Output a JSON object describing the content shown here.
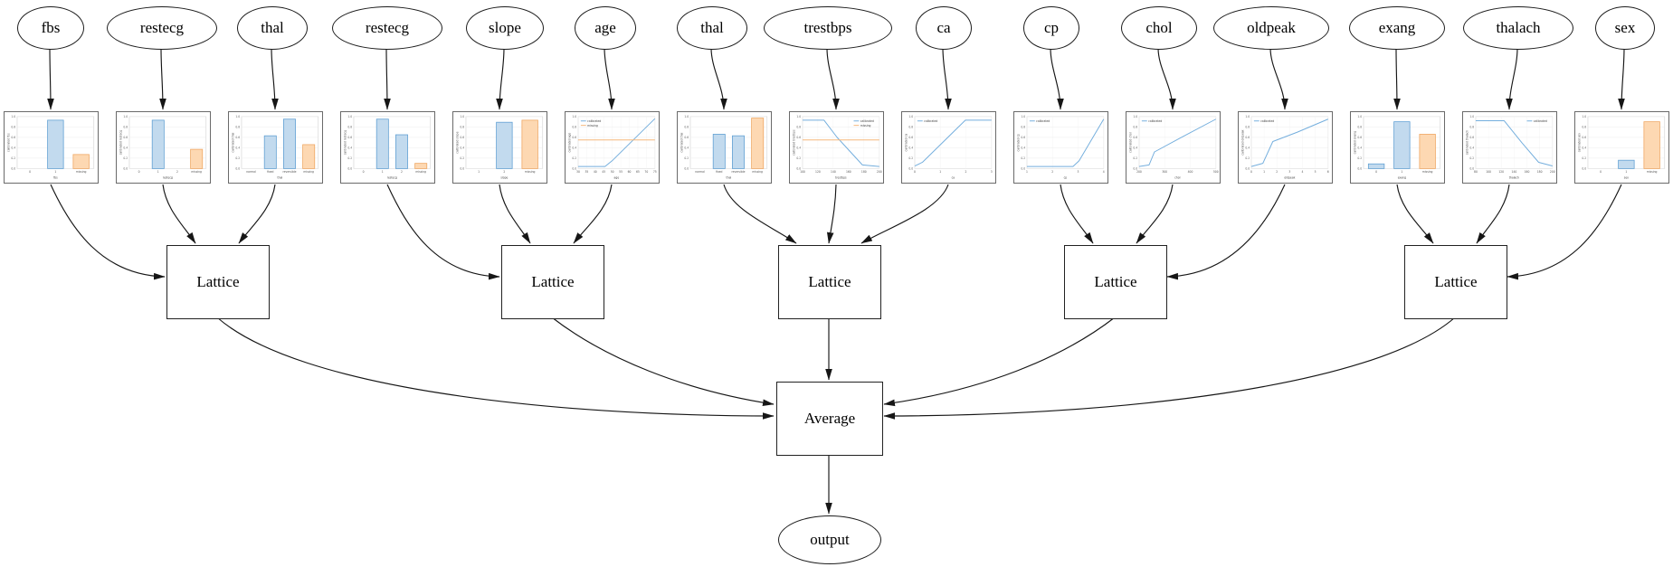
{
  "diagram": {
    "lattice_label": "Lattice",
    "average_label": "Average",
    "output_label": "output"
  },
  "colors": {
    "edge_stroke": "#161616",
    "bar_blue_fill": "#c2daee",
    "bar_blue_edge": "#5f9fd3",
    "bar_orange_fill": "#fdd8b2",
    "bar_orange_edge": "#efa661",
    "line_blue": "#74aedd",
    "line_orange": "#f6b87c"
  },
  "y_ticks": [
    "1.0",
    "0.8",
    "0.6",
    "0.4",
    "0.2",
    "0.0"
  ],
  "chart_data": [
    {
      "feature": "fbs",
      "node_label": "fbs",
      "type": "bar",
      "ylabel": "calibrated fbs",
      "xlabel": "fbs",
      "lattice": 1,
      "categories": [
        "0",
        "1",
        "missing"
      ],
      "bars": [
        {
          "category": "1",
          "value": 0.93,
          "color": "blue"
        },
        {
          "category": "missing",
          "value": 0.27,
          "color": "orange"
        }
      ]
    },
    {
      "feature": "restecg",
      "node_label": "restecg",
      "type": "bar",
      "ylabel": "calibrated restecg",
      "xlabel": "restecg",
      "lattice": 1,
      "categories": [
        "0",
        "1",
        "2",
        "missing"
      ],
      "bars": [
        {
          "category": "1",
          "value": 0.93,
          "color": "blue"
        },
        {
          "category": "missing",
          "value": 0.37,
          "color": "orange"
        }
      ]
    },
    {
      "feature": "thal",
      "node_label": "thal",
      "type": "bar",
      "ylabel": "calibrated thal",
      "xlabel": "thal",
      "lattice": 1,
      "categories": [
        "normal",
        "fixed",
        "reversible",
        "missing"
      ],
      "bars": [
        {
          "category": "fixed",
          "value": 0.63,
          "color": "blue"
        },
        {
          "category": "reversible",
          "value": 0.95,
          "color": "blue"
        },
        {
          "category": "missing",
          "value": 0.46,
          "color": "orange"
        }
      ]
    },
    {
      "feature": "restecg2",
      "node_label": "restecg",
      "type": "bar",
      "ylabel": "calibrated restecg",
      "xlabel": "restecg",
      "lattice": 2,
      "categories": [
        "0",
        "1",
        "2",
        "missing"
      ],
      "bars": [
        {
          "category": "1",
          "value": 0.95,
          "color": "blue"
        },
        {
          "category": "2",
          "value": 0.65,
          "color": "blue"
        },
        {
          "category": "missing",
          "value": 0.1,
          "color": "orange"
        }
      ]
    },
    {
      "feature": "slope",
      "node_label": "slope",
      "type": "bar",
      "ylabel": "calibrated slope",
      "xlabel": "slope",
      "lattice": 2,
      "categories": [
        "1",
        "2",
        "missing"
      ],
      "bars": [
        {
          "category": "2",
          "value": 0.89,
          "color": "blue"
        },
        {
          "category": "missing",
          "value": 0.93,
          "color": "orange"
        }
      ]
    },
    {
      "feature": "age",
      "node_label": "age",
      "type": "line",
      "ylabel": "calibrated age",
      "xlabel": "age",
      "lattice": 2,
      "x_ticks": [
        "30",
        "35",
        "40",
        "45",
        "50",
        "55",
        "60",
        "65",
        "70",
        "75"
      ],
      "legend": [
        "calibrated",
        "missing"
      ],
      "legend_pos": "top-left",
      "series": [
        {
          "name": "calibrated",
          "color": "blue",
          "points": [
            [
              0,
              0.04
            ],
            [
              0.35,
              0.04
            ],
            [
              0.45,
              0.16
            ],
            [
              1,
              0.96
            ]
          ]
        },
        {
          "name": "missing",
          "color": "orange",
          "points": [
            [
              0,
              0.55
            ],
            [
              1,
              0.55
            ]
          ]
        }
      ]
    },
    {
      "feature": "thal2",
      "node_label": "thal",
      "type": "bar",
      "ylabel": "calibrated thal",
      "xlabel": "thal",
      "lattice": 3,
      "categories": [
        "normal",
        "fixed",
        "reversible",
        "missing"
      ],
      "bars": [
        {
          "category": "fixed",
          "value": 0.66,
          "color": "blue"
        },
        {
          "category": "reversible",
          "value": 0.63,
          "color": "blue"
        },
        {
          "category": "missing",
          "value": 0.97,
          "color": "orange"
        }
      ]
    },
    {
      "feature": "trestbps",
      "node_label": "trestbps",
      "type": "line",
      "ylabel": "calibrated trestbps",
      "xlabel": "trestbps",
      "lattice": 3,
      "x_ticks": [
        "100",
        "120",
        "140",
        "160",
        "180",
        "200"
      ],
      "legend": [
        "calibrated",
        "missing"
      ],
      "legend_pos": "top-right",
      "series": [
        {
          "name": "calibrated",
          "color": "blue",
          "points": [
            [
              0,
              0.93
            ],
            [
              0.28,
              0.93
            ],
            [
              0.45,
              0.6
            ],
            [
              0.78,
              0.07
            ],
            [
              1,
              0.04
            ]
          ]
        },
        {
          "name": "missing",
          "color": "orange",
          "points": [
            [
              0,
              0.55
            ],
            [
              1,
              0.55
            ]
          ]
        }
      ]
    },
    {
      "feature": "ca",
      "node_label": "ca",
      "type": "line",
      "ylabel": "calibrated ca",
      "xlabel": "ca",
      "lattice": 3,
      "x_ticks": [
        "0",
        "1",
        "2",
        "3"
      ],
      "legend": [
        "calibrated"
      ],
      "legend_pos": "top-left",
      "series": [
        {
          "name": "calibrated",
          "color": "blue",
          "points": [
            [
              0,
              0.05
            ],
            [
              0.1,
              0.12
            ],
            [
              0.66,
              0.93
            ],
            [
              1,
              0.93
            ]
          ]
        }
      ]
    },
    {
      "feature": "cp",
      "node_label": "cp",
      "type": "line",
      "ylabel": "calibrated cp",
      "xlabel": "cp",
      "lattice": 4,
      "x_ticks": [
        "1",
        "2",
        "3",
        "4"
      ],
      "legend": [
        "calibrated"
      ],
      "legend_pos": "top-left",
      "series": [
        {
          "name": "calibrated",
          "color": "blue",
          "points": [
            [
              0,
              0.04
            ],
            [
              0.6,
              0.04
            ],
            [
              0.68,
              0.15
            ],
            [
              1,
              0.95
            ]
          ]
        }
      ]
    },
    {
      "feature": "chol",
      "node_label": "chol",
      "type": "line",
      "ylabel": "calibrated chol",
      "xlabel": "chol",
      "lattice": 4,
      "x_ticks": [
        "200",
        "300",
        "400",
        "500"
      ],
      "legend": [
        "calibrated"
      ],
      "legend_pos": "top-left",
      "series": [
        {
          "name": "calibrated",
          "color": "blue",
          "points": [
            [
              0,
              0.04
            ],
            [
              0.13,
              0.07
            ],
            [
              0.2,
              0.32
            ],
            [
              0.55,
              0.6
            ],
            [
              1,
              0.95
            ]
          ]
        }
      ]
    },
    {
      "feature": "oldpeak",
      "node_label": "oldpeak",
      "type": "line",
      "ylabel": "calibrated oldpeak",
      "xlabel": "oldpeak",
      "lattice": 4,
      "x_ticks": [
        "0",
        "1",
        "2",
        "3",
        "4",
        "5",
        "6"
      ],
      "legend": [
        "calibrated"
      ],
      "legend_pos": "top-left",
      "series": [
        {
          "name": "calibrated",
          "color": "blue",
          "points": [
            [
              0,
              0.04
            ],
            [
              0.15,
              0.1
            ],
            [
              0.28,
              0.52
            ],
            [
              0.6,
              0.7
            ],
            [
              1,
              0.95
            ]
          ]
        }
      ]
    },
    {
      "feature": "exang",
      "node_label": "exang",
      "type": "bar",
      "ylabel": "calibrated exang",
      "xlabel": "exang",
      "lattice": 5,
      "categories": [
        "0",
        "1",
        "missing"
      ],
      "bars": [
        {
          "category": "0",
          "value": 0.09,
          "color": "blue"
        },
        {
          "category": "1",
          "value": 0.9,
          "color": "blue"
        },
        {
          "category": "missing",
          "value": 0.66,
          "color": "orange"
        }
      ]
    },
    {
      "feature": "thalach",
      "node_label": "thalach",
      "type": "line",
      "ylabel": "calibrated thalach",
      "xlabel": "thalach",
      "lattice": 5,
      "x_ticks": [
        "80",
        "100",
        "120",
        "140",
        "160",
        "180",
        "200"
      ],
      "legend": [
        "calibrated"
      ],
      "legend_pos": "top-right",
      "series": [
        {
          "name": "calibrated",
          "color": "blue",
          "points": [
            [
              0,
              0.92
            ],
            [
              0.37,
              0.92
            ],
            [
              0.6,
              0.5
            ],
            [
              0.82,
              0.12
            ],
            [
              1,
              0.05
            ]
          ]
        }
      ]
    },
    {
      "feature": "sex",
      "node_label": "sex",
      "type": "bar",
      "ylabel": "calibrated sex",
      "xlabel": "sex",
      "lattice": 5,
      "categories": [
        "0",
        "1",
        "missing"
      ],
      "bars": [
        {
          "category": "1",
          "value": 0.16,
          "color": "blue"
        },
        {
          "category": "missing",
          "value": 0.9,
          "color": "orange"
        }
      ]
    }
  ]
}
